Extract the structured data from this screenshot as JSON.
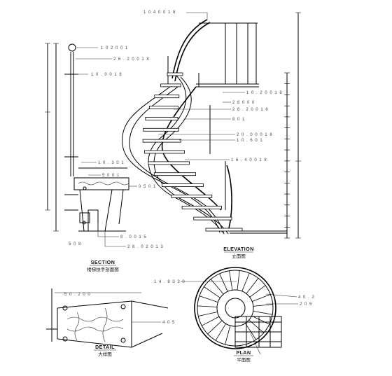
{
  "views": {
    "section": {
      "title": "SECTION",
      "caption": "楼梯扶手剖面图"
    },
    "elevation": {
      "title": "ELEVATION",
      "caption": "立面图"
    },
    "detail": {
      "title": "DETAIL",
      "caption": "大样图"
    },
    "plan": {
      "title": "PLAN",
      "caption": "平面图"
    }
  },
  "tread_count_elevation": 15,
  "tread_count_plan": 22
}
